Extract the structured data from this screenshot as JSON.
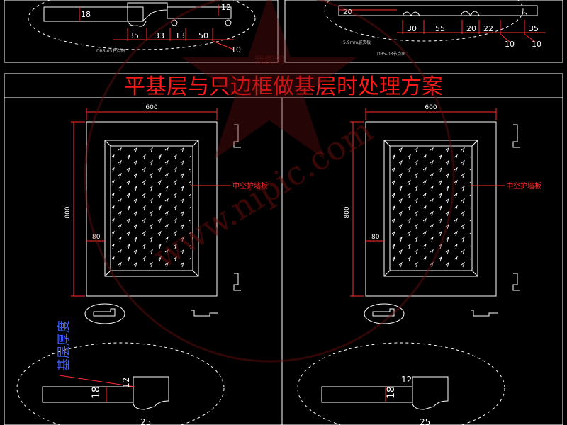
{
  "title": "平基层与只边框做基层时处理方案",
  "watermark": {
    "site_text": "www.nipic.com",
    "brand_text": "我图网"
  },
  "top_left": {
    "dims": [
      "18",
      "12",
      "35",
      "33",
      "13",
      "50",
      "10"
    ],
    "caption": "DB5-03节点图"
  },
  "top_right": {
    "dims": [
      "20",
      "30",
      "55",
      "20",
      "22",
      "35",
      "10",
      "10"
    ],
    "caption_a": "5.9mm层夹板",
    "caption_b": "DB5-03节点图"
  },
  "left_panel": {
    "width_label": "600",
    "height_label": "800",
    "border_label": "80",
    "callout": "中空护墙板",
    "detail_blue_label": "基层厚度",
    "detail_dims": [
      "18",
      "12",
      "25"
    ]
  },
  "right_panel": {
    "width_label": "600",
    "height_label": "800",
    "border_label": "80",
    "callout": "中空护墙板",
    "detail_dims": [
      "18",
      "12",
      "25"
    ]
  }
}
